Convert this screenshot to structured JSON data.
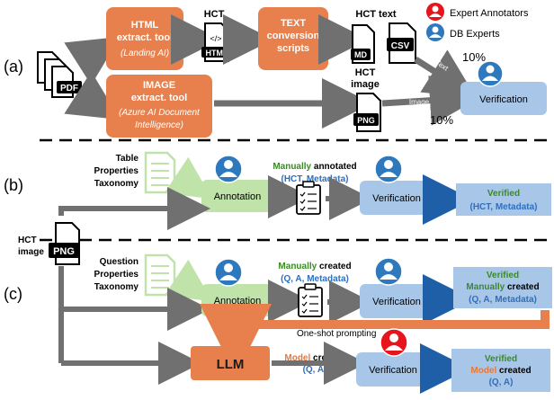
{
  "legend": [
    {
      "label": "Expert Annotators",
      "color": "#e8141b"
    },
    {
      "label": "DB Experts",
      "color": "#2e79bd"
    }
  ],
  "section_labels": {
    "a": "(a)",
    "b": "(b)",
    "c": "(c)"
  },
  "colors": {
    "orange": "#e8804d",
    "light_blue": "#a8c7e8",
    "light_green": "#bfe3a8",
    "dark_blue": "#1f5fa8",
    "arrow_gray": "#707070",
    "blue_text": "#2f6fbd",
    "green_text": "#3a8a26",
    "orange_text": "#e07a3f"
  },
  "icons": {
    "pdf": "pdf-icon",
    "html": "html-file-icon",
    "md": "md-file-icon",
    "csv": "csv-file-icon",
    "png": "png-file-icon",
    "person": "person-icon",
    "doc": "document-icon",
    "checklist": "checklist-icon"
  },
  "section_a": {
    "pdf_label": "PDF",
    "html_tool": {
      "line1": "HTML",
      "line2": "extract. tool",
      "line3": "(Landing AI)"
    },
    "hct_label": "HCT",
    "html_file": "HTML",
    "text_scripts": {
      "line1": "TEXT",
      "line2": "conversion",
      "line3": "scripts"
    },
    "hct_text": "HCT text",
    "md_file": "MD",
    "csv_file": "CSV",
    "image_tool": {
      "line1": "IMAGE",
      "line2": "extract. tool",
      "line3": "(Azure AI Document",
      "line4": "Intelligence)"
    },
    "hct_image": {
      "line1": "HCT",
      "line2": "image"
    },
    "png_file": "PNG",
    "text_arrow": "Text",
    "image_arrow": "Image",
    "pct_top": "10%",
    "pct_bottom": "10%",
    "verification": "Verification"
  },
  "hct_image_side": {
    "line1": "HCT",
    "line2": "image",
    "png": "PNG"
  },
  "section_b": {
    "label": {
      "line1": "Table",
      "line2": "Properties",
      "line3": "Taxonomy"
    },
    "annotation": "Annotation",
    "manually_word": "Manually",
    "annotated_word": " annotated",
    "output_items": "(HCT, Metadata)",
    "verification": "Verification",
    "verified_word": "Verified",
    "verified_items": "(HCT, Metadata)"
  },
  "section_c": {
    "label": {
      "line1": "Question",
      "line2": "Properties",
      "line3": "Taxonomy"
    },
    "annotation": "Annotation",
    "manually_word": "Manually",
    "created_word": " created",
    "output_items": "(Q, A, Metadata)",
    "verification": "Verification",
    "verified_word": "Verified",
    "verified_manually": "Manually",
    "verified_created": " created",
    "verified_items": "(Q, A, Metadata)",
    "one_shot": "One-shot prompting",
    "llm": "LLM",
    "model_word": "Model",
    "model_created": " created",
    "model_items": "(Q, A)",
    "verification2": "Verification",
    "verified2_word": "Verified",
    "verified2_model": "Model",
    "verified2_created": " created",
    "verified2_items": "(Q, A)"
  }
}
